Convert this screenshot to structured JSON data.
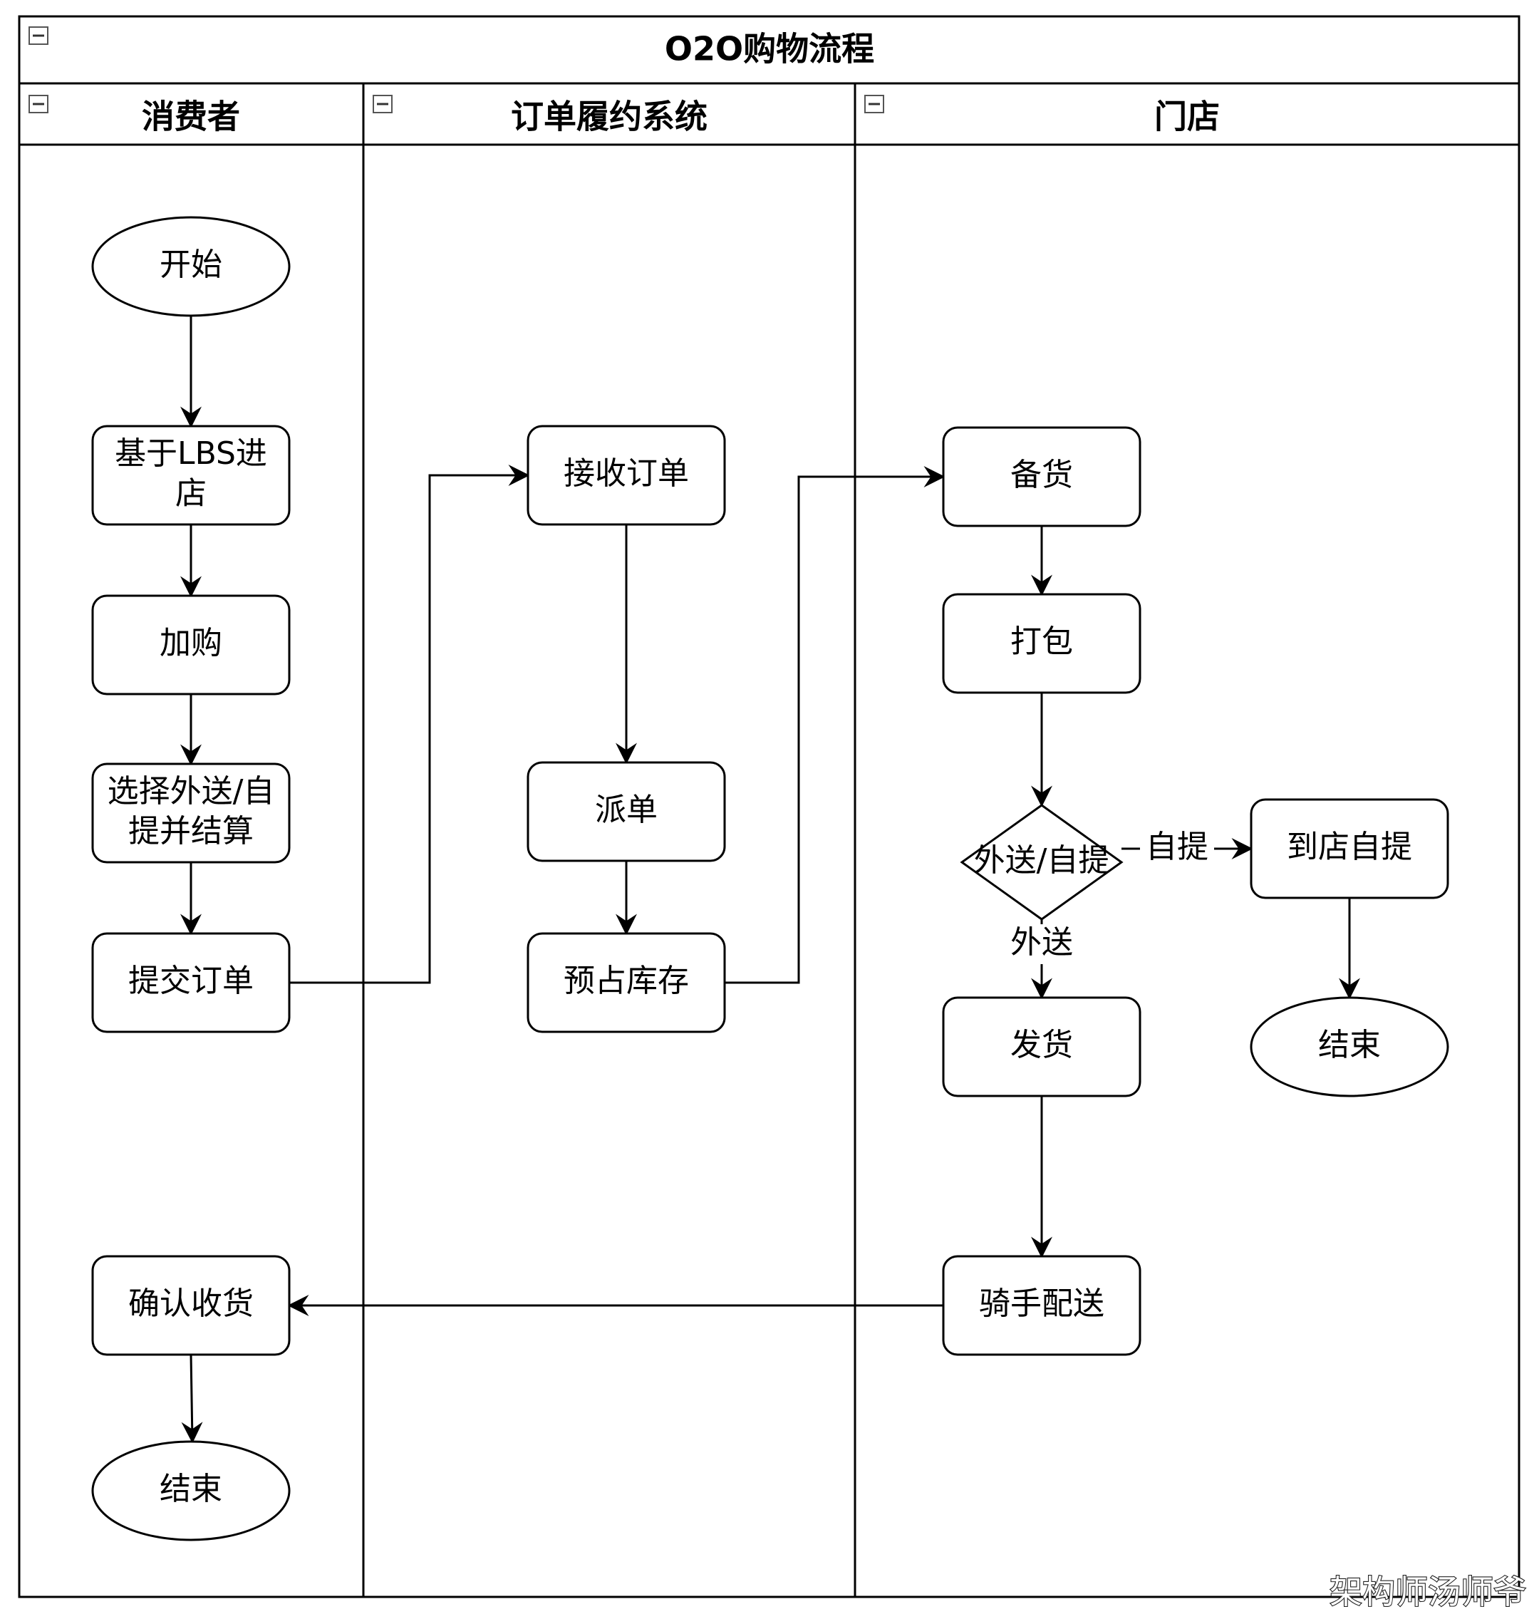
{
  "diagram": {
    "title": "O2O购物流程",
    "lanes": [
      {
        "id": "consumer",
        "label": "消费者"
      },
      {
        "id": "oms",
        "label": "订单履约系统"
      },
      {
        "id": "store",
        "label": "门店"
      }
    ],
    "nodes": [
      {
        "id": "start",
        "lane": "consumer",
        "shape": "ellipse",
        "lines": [
          "开始"
        ]
      },
      {
        "id": "lbs",
        "lane": "consumer",
        "shape": "rounded-rect",
        "lines": [
          "基于LBS进",
          "店"
        ]
      },
      {
        "id": "add_cart",
        "lane": "consumer",
        "shape": "rounded-rect",
        "lines": [
          "加购"
        ]
      },
      {
        "id": "choose",
        "lane": "consumer",
        "shape": "rounded-rect",
        "lines": [
          "选择外送/自",
          "提并结算"
        ]
      },
      {
        "id": "submit",
        "lane": "consumer",
        "shape": "rounded-rect",
        "lines": [
          "提交订单"
        ]
      },
      {
        "id": "confirm",
        "lane": "consumer",
        "shape": "rounded-rect",
        "lines": [
          "确认收货"
        ]
      },
      {
        "id": "end1",
        "lane": "consumer",
        "shape": "ellipse",
        "lines": [
          "结束"
        ]
      },
      {
        "id": "receive",
        "lane": "oms",
        "shape": "rounded-rect",
        "lines": [
          "接收订单"
        ]
      },
      {
        "id": "dispatch",
        "lane": "oms",
        "shape": "rounded-rect",
        "lines": [
          "派单"
        ]
      },
      {
        "id": "reserve",
        "lane": "oms",
        "shape": "rounded-rect",
        "lines": [
          "预占库存"
        ]
      },
      {
        "id": "prepare",
        "lane": "store",
        "shape": "rounded-rect",
        "lines": [
          "备货"
        ]
      },
      {
        "id": "pack",
        "lane": "store",
        "shape": "rounded-rect",
        "lines": [
          "打包"
        ]
      },
      {
        "id": "decision",
        "lane": "store",
        "shape": "diamond",
        "lines": [
          "外送/自提"
        ]
      },
      {
        "id": "pickup",
        "lane": "store",
        "shape": "rounded-rect",
        "lines": [
          "到店自提"
        ]
      },
      {
        "id": "end2",
        "lane": "store",
        "shape": "ellipse",
        "lines": [
          "结束"
        ]
      },
      {
        "id": "ship",
        "lane": "store",
        "shape": "rounded-rect",
        "lines": [
          "发货"
        ]
      },
      {
        "id": "rider",
        "lane": "store",
        "shape": "rounded-rect",
        "lines": [
          "骑手配送"
        ]
      }
    ],
    "edges": [
      {
        "id": "start-lbs",
        "from": "start",
        "to": "lbs",
        "label": ""
      },
      {
        "id": "lbs-add_cart",
        "from": "lbs",
        "to": "add_cart",
        "label": ""
      },
      {
        "id": "add_cart-choose",
        "from": "add_cart",
        "to": "choose",
        "label": ""
      },
      {
        "id": "choose-submit",
        "from": "choose",
        "to": "submit",
        "label": ""
      },
      {
        "id": "submit-receive",
        "from": "submit",
        "to": "receive",
        "label": ""
      },
      {
        "id": "receive-dispatch",
        "from": "receive",
        "to": "dispatch",
        "label": ""
      },
      {
        "id": "dispatch-reserve",
        "from": "dispatch",
        "to": "reserve",
        "label": ""
      },
      {
        "id": "reserve-prepare",
        "from": "reserve",
        "to": "prepare",
        "label": ""
      },
      {
        "id": "prepare-pack",
        "from": "prepare",
        "to": "pack",
        "label": ""
      },
      {
        "id": "pack-decision",
        "from": "pack",
        "to": "decision",
        "label": ""
      },
      {
        "id": "decision-pickup",
        "from": "decision",
        "to": "pickup",
        "label": "自提"
      },
      {
        "id": "pickup-end2",
        "from": "pickup",
        "to": "end2",
        "label": ""
      },
      {
        "id": "decision-ship",
        "from": "decision",
        "to": "ship",
        "label": "外送"
      },
      {
        "id": "ship-rider",
        "from": "ship",
        "to": "rider",
        "label": ""
      },
      {
        "id": "rider-confirm",
        "from": "rider",
        "to": "confirm",
        "label": ""
      },
      {
        "id": "confirm-end1",
        "from": "confirm",
        "to": "end1",
        "label": ""
      }
    ]
  },
  "watermark": "架构师汤师爷"
}
